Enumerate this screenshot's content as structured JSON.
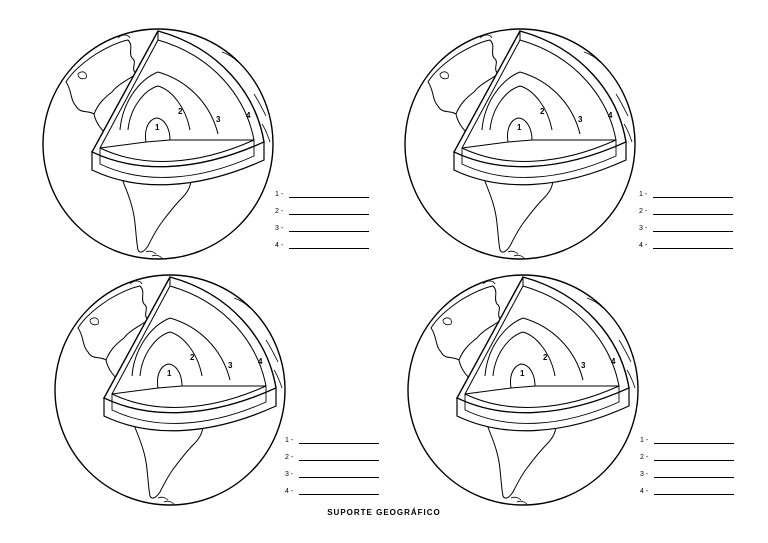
{
  "diagrams": [
    {
      "layer_labels": [
        "1",
        "2",
        "3",
        "4"
      ],
      "legend": [
        "1 -",
        "2 -",
        "3 -",
        "4 -"
      ]
    },
    {
      "layer_labels": [
        "1",
        "2",
        "3",
        "4"
      ],
      "legend": [
        "1 -",
        "2 -",
        "3 -",
        "4 -"
      ]
    },
    {
      "layer_labels": [
        "1",
        "2",
        "3",
        "4"
      ],
      "legend": [
        "1 -",
        "2 -",
        "3 -",
        "4 -"
      ]
    },
    {
      "layer_labels": [
        "1",
        "2",
        "3",
        "4"
      ],
      "legend": [
        "1 -",
        "2 -",
        "3 -",
        "4 -"
      ]
    }
  ],
  "footer": "SUPORTE GEOGRÁFICO",
  "colors": {
    "ink": "#000000",
    "paper": "#ffffff"
  }
}
